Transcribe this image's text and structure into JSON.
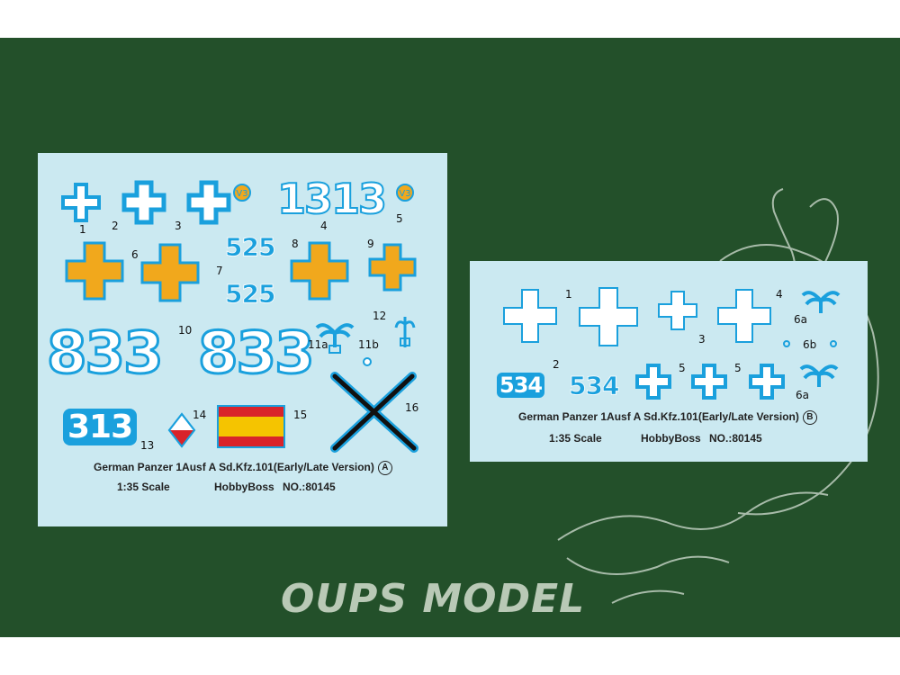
{
  "sheet_a": {
    "numbers": [
      "1",
      "2",
      "3",
      "4",
      "5",
      "6",
      "7",
      "8",
      "9",
      "10",
      "11a",
      "11b",
      "12",
      "13",
      "14",
      "15",
      "16"
    ],
    "decals": {
      "n13a": "13",
      "n13b": "13",
      "n525a": "525",
      "n525b": "525",
      "n833a": "833",
      "n833b": "833",
      "n313": "313",
      "v3": "V3"
    },
    "caption_line1": "German Panzer 1Ausf A Sd.Kfz.101(Early/Late Version)",
    "caption_letter": "A",
    "scale": "1:35  Scale",
    "maker": "HobbyBoss",
    "catalog": "NO.:80145"
  },
  "sheet_b": {
    "numbers": [
      "1",
      "2",
      "3",
      "4",
      "5",
      "5",
      "6a",
      "6b",
      "6a"
    ],
    "decals": {
      "n534a": "534",
      "n534b": "534"
    },
    "caption_line1": "German Panzer 1Ausf A Sd.Kfz.101(Early/Late Version)",
    "caption_letter": "B",
    "scale": "1:35  Scale",
    "maker": "HobbyBoss",
    "catalog": "NO.:80145"
  },
  "brand": "OUPS MODEL",
  "colors": {
    "background": "#23502a",
    "sheet": "#cbe9f1",
    "decal_blue": "#1aa0dd",
    "cross_yellow": "#f1a81c",
    "spain_red": "#d9232a",
    "spain_yellow": "#f5c400"
  },
  "icons": [
    "balkenkreuz-icon",
    "palm-swastika-icon",
    "saxony-v3-icon",
    "spanish-flag-icon",
    "diamond-insignia-icon",
    "x-marking-icon"
  ]
}
